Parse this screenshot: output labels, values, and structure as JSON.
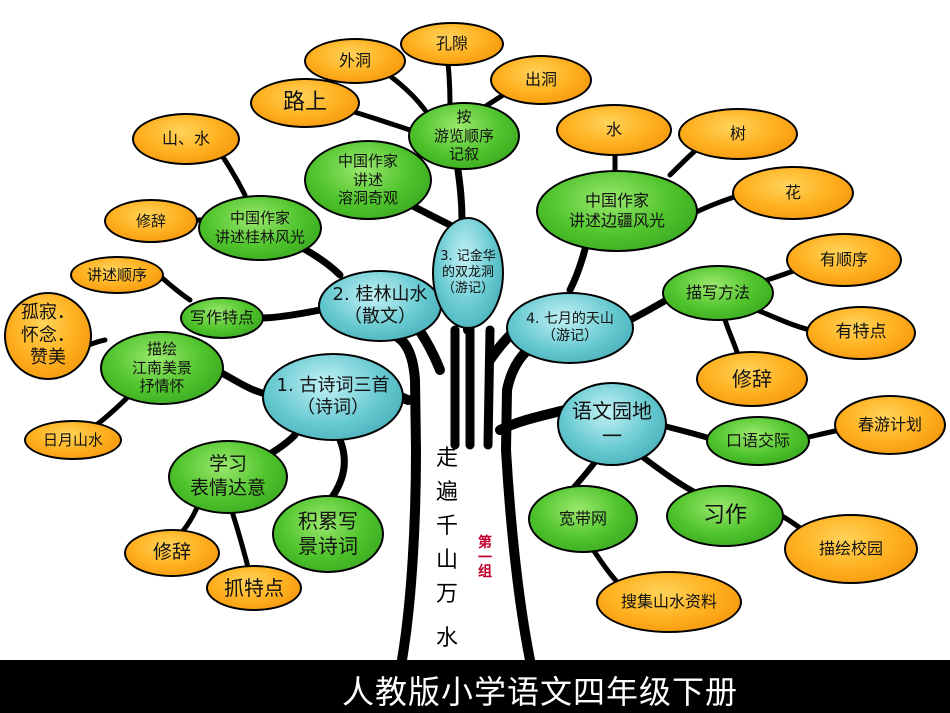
{
  "trunk": {
    "chars": [
      "走",
      "遍",
      "千",
      "山",
      "万",
      "水"
    ],
    "group_label_chars": [
      "第",
      "一",
      "组"
    ]
  },
  "footer": {
    "title": "人教版小学语文四年级下册"
  },
  "nodes": [
    {
      "key": "unit1",
      "text": "1. 古诗词三首\n（诗词）",
      "kind": "teal"
    },
    {
      "key": "unit2",
      "text": "2. 桂林山水\n（散文）",
      "kind": "teal"
    },
    {
      "key": "unit3",
      "text": "3. 记金华\n的双龙洞\n（游记）",
      "kind": "teal"
    },
    {
      "key": "unit4",
      "text": "4. 七月的天山\n（游记）",
      "kind": "teal"
    },
    {
      "key": "yuwen",
      "text": "语文园地\n一",
      "kind": "teal"
    },
    {
      "key": "miaohui",
      "text": "描绘\n江南美景\n抒情怀",
      "kind": "green"
    },
    {
      "key": "xuexi",
      "text": "学习\n表情达意",
      "kind": "green"
    },
    {
      "key": "jilei",
      "text": "积累写\n景诗词",
      "kind": "green"
    },
    {
      "key": "xiezuo_tedian",
      "text": "写作特点",
      "kind": "green"
    },
    {
      "key": "guilin",
      "text": "中国作家\n讲述桂林风光",
      "kind": "green"
    },
    {
      "key": "rongdong",
      "text": "中国作家\n讲述\n溶洞奇观",
      "kind": "green"
    },
    {
      "key": "anyou",
      "text": "按\n游览顺序\n记叙",
      "kind": "green"
    },
    {
      "key": "bianjiang",
      "text": "中国作家\n讲述边疆风光",
      "kind": "green"
    },
    {
      "key": "miaoxie",
      "text": "描写方法",
      "kind": "green"
    },
    {
      "key": "kouyu",
      "text": "口语交际",
      "kind": "green"
    },
    {
      "key": "kuandai",
      "text": "宽带网",
      "kind": "green"
    },
    {
      "key": "xizuo",
      "text": "习作",
      "kind": "green"
    },
    {
      "key": "guji",
      "text": "孤寂．\n怀念．\n赞美",
      "kind": "orange"
    },
    {
      "key": "riyue",
      "text": "日月山水",
      "kind": "orange"
    },
    {
      "key": "xiuci1",
      "text": "修辞",
      "kind": "orange"
    },
    {
      "key": "zhuatedian",
      "text": "抓特点",
      "kind": "orange"
    },
    {
      "key": "jiangshu",
      "text": "讲述顺序",
      "kind": "orange"
    },
    {
      "key": "xiuci2",
      "text": "修辞",
      "kind": "orange"
    },
    {
      "key": "shanshui",
      "text": "山、水",
      "kind": "orange"
    },
    {
      "key": "lushang",
      "text": "路上",
      "kind": "orange"
    },
    {
      "key": "waidong",
      "text": "外洞",
      "kind": "orange"
    },
    {
      "key": "kongxi",
      "text": "孔隙",
      "kind": "orange"
    },
    {
      "key": "chudong",
      "text": "出洞",
      "kind": "orange"
    },
    {
      "key": "shui",
      "text": "水",
      "kind": "orange"
    },
    {
      "key": "shu",
      "text": "树",
      "kind": "orange"
    },
    {
      "key": "hua",
      "text": "花",
      "kind": "orange"
    },
    {
      "key": "youshunxu",
      "text": "有顺序",
      "kind": "orange"
    },
    {
      "key": "youtedian",
      "text": "有特点",
      "kind": "orange"
    },
    {
      "key": "xiuci3",
      "text": "修辞",
      "kind": "orange"
    },
    {
      "key": "chunyou",
      "text": "春游计划",
      "kind": "orange"
    },
    {
      "key": "miaohuixiaoyuan",
      "text": "描绘校园",
      "kind": "orange"
    },
    {
      "key": "souji",
      "text": "搜集山水资料",
      "kind": "orange"
    }
  ]
}
